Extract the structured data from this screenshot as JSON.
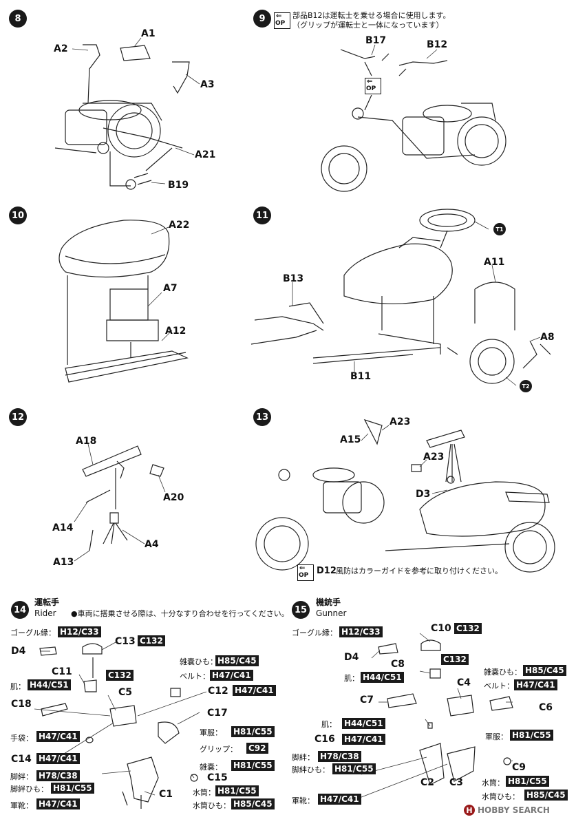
{
  "steps": [
    "8",
    "9",
    "10",
    "11",
    "12",
    "13",
    "14",
    "15"
  ],
  "op_icon": {
    "arrow": "⇐",
    "text": "OP"
  },
  "step8": {
    "parts": [
      "A1",
      "A2",
      "A3",
      "A21",
      "B19"
    ]
  },
  "step9": {
    "note_line1": "部品B12は運転士を乗せる場合に使用します。",
    "note_line2": "（グリップが運転士と一体になっています）",
    "parts": [
      "B17",
      "B12"
    ]
  },
  "step10": {
    "parts": [
      "A22",
      "A7",
      "A12"
    ]
  },
  "step11": {
    "parts": [
      "T1",
      "A11",
      "B13",
      "A8",
      "B11",
      "T2"
    ]
  },
  "step12": {
    "parts": [
      "A18",
      "A20",
      "A14",
      "A4",
      "A13"
    ]
  },
  "step13": {
    "parts": [
      "A23",
      "A15",
      "A23",
      "D3"
    ],
    "note_code": "D12",
    "note_text": "風防はカラーガイドを参考に取り付けください。"
  },
  "step14": {
    "title_jp": "運転手",
    "title_en": "Rider",
    "note": "●車両に搭乗させる際は、十分なすり合わせを行ってください。",
    "labels": {
      "goggle": "ゴーグル縁：",
      "skin": "肌：",
      "glove": "手袋：",
      "stirrup": "脚絆：",
      "stirrup_strap": "脚絆ひも：",
      "boots": "軍靴：",
      "bag_strap": "雑嚢ひも：",
      "belt": "ベルト：",
      "uniform": "軍服：",
      "grip": "グリップ：",
      "bag": "雑嚢：",
      "canteen": "水筒：",
      "canteen_strap": "水筒ひも："
    },
    "parts": [
      "D4",
      "C13",
      "C11",
      "C5",
      "C18",
      "C12",
      "C17",
      "C14",
      "C15",
      "C1"
    ],
    "codes": {
      "goggle": "H12/C33",
      "c13": "C132",
      "c11": "C132",
      "skin": "H44/C51",
      "glove": "H47/C41",
      "c14": "H47/C41",
      "stirrup": "H78/C38",
      "stirrup_strap": "H81/C55",
      "boots": "H47/C41",
      "bag_strap": "H85/C45",
      "belt": "H47/C41",
      "c12": "H47/C41",
      "uniform": "H81/C55",
      "grip": "C92",
      "bag": "H81/C55",
      "canteen": "H81/C55",
      "canteen_strap": "H85/C45"
    }
  },
  "step15": {
    "title_jp": "機銃手",
    "title_en": "Gunner",
    "labels": {
      "goggle": "ゴーグル縁：",
      "skin": "肌：",
      "skin2": "肌：",
      "bag_strap": "雑嚢ひも：",
      "belt": "ベルト：",
      "uniform": "軍服：",
      "stirrup": "脚絆：",
      "stirrup_strap": "脚絆ひも：",
      "canteen": "水筒：",
      "canteen_strap": "水筒ひも：",
      "boots": "軍靴："
    },
    "parts": [
      "C10",
      "D4",
      "C8",
      "C4",
      "C7",
      "C6",
      "C16",
      "C9",
      "C2",
      "C3"
    ],
    "codes": {
      "goggle": "H12/C33",
      "c10": "C132",
      "c8": "C132",
      "skin": "H44/C51",
      "bag_strap": "H85/C45",
      "belt": "H47/C41",
      "skin2": "H44/C51",
      "c16": "H47/C41",
      "uniform": "H81/C55",
      "stirrup": "H78/C38",
      "stirrup_strap": "H81/C55",
      "canteen": "H81/C55",
      "canteen_strap": "H85/C45",
      "boots": "H47/C41"
    }
  },
  "watermark": "HOBBY SEARCH"
}
